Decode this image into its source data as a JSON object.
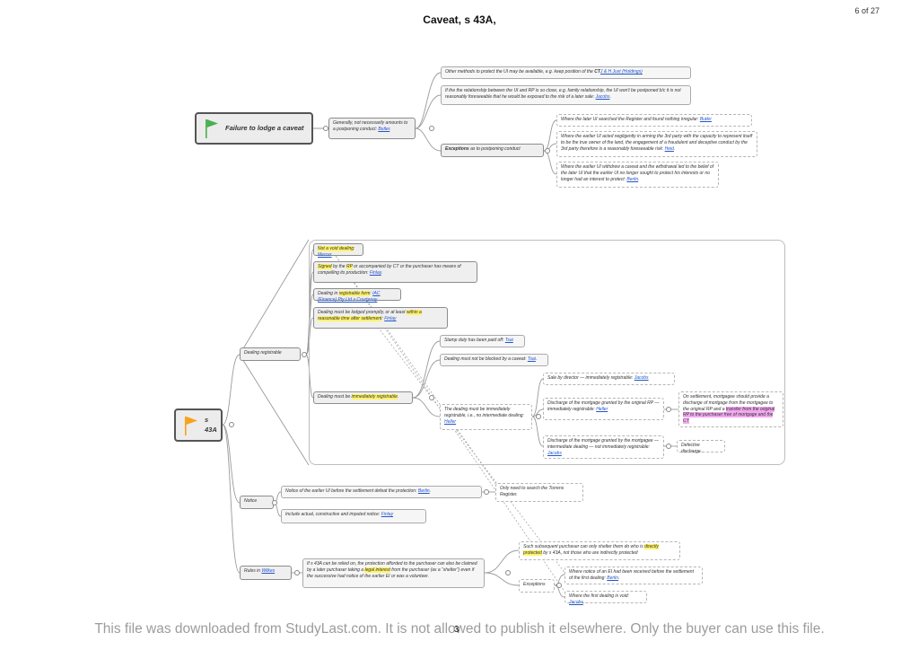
{
  "page_title": "Caveat, s 43A,",
  "page_number": "6 of 27",
  "footer_text": "This file was downloaded from StudyLast.com. It is not allowed to publish it elsewhere. Only the buyer can use this file.",
  "footer_page": "3",
  "colors": {
    "flag_green": "#4caf50",
    "flag_orange": "#f7a21b",
    "highlight_yellow": "#fff36b",
    "highlight_pink": "#f2a8f0",
    "link_blue": "#2255cc"
  },
  "failure": {
    "root": "Failure to lodge a caveat",
    "generally": {
      "pre": "Generally, not necessarily amounts to a postponing conduct: ",
      "link": "Butler",
      "post": "."
    },
    "other_methods": {
      "pre": "Other methods to protect the UI may be available, e.g. keep position of the ",
      "bold": "CT",
      "link": "J & H Just (Holdings)",
      "post": ""
    },
    "relationship": {
      "pre": "If the the relationship between the UI and RP is so close, e.g. family relationship, the UI won't be postponed b/c it is not reasonably foreseeable that he would be exposed to the risk of a later sale: ",
      "link": "Jacobs",
      "post": "."
    },
    "exceptions": {
      "bold": "Exceptions",
      "post": " as to postponing conduct"
    },
    "exc_searched": {
      "pre": "Where the later UI searched the Register and found nothing irregular: ",
      "link": "Butler",
      "post": ""
    },
    "exc_armed": {
      "pre": "Where the earlier UI acted negligently in arming the 3rd party with the capacity to represent itself to be the true owner of the land, the engagement of a fraudulent and deceptive conduct by the 3rd party therefore is a reasonably foreseeable risk: ",
      "link": "Heid",
      "post": "."
    },
    "exc_withdrew": {
      "pre": "Where the earlier UI withdrew a caveat and the withdrawal led to the belief of the later UI that the earlier UI no longer sought to protect his interests or no longer had an interest to protect: ",
      "link": "Berlin",
      "post": "."
    }
  },
  "s43a": {
    "root": "s 43A",
    "dealing_registrable": "Dealing registrable",
    "not_void": {
      "hl": "Not a void dealing",
      "post": ": ",
      "link": "Mercer"
    },
    "signed": {
      "hl1": "Signed",
      "mid1": " by the ",
      "hl2": "RP",
      "post": " or accompanied by CT or the purchaser has means of compelling its production: ",
      "link": "Finlay",
      "end": "."
    },
    "form": {
      "pre": "Dealing in ",
      "hl": "registrable form",
      "post": ": ",
      "link": "IAC (Finance) Pty Ltd v Courtenay",
      "end": ""
    },
    "promptly": {
      "pre": "Dealing must be lodged promptly, or at least ",
      "hl": "within a reasonable time after settlement",
      "post": ": ",
      "link": "Finlay",
      "end": ""
    },
    "immediately": {
      "pre": "Dealing must be ",
      "hl": "immediately registrable",
      "post": "."
    },
    "stamp": {
      "pre": "Stamp duty has been paid off: ",
      "link": "Tsai",
      "post": ""
    },
    "not_blocked": {
      "pre": "Dealing must not be blocked by a caveat: ",
      "link": "Tsai",
      "post": "."
    },
    "immediate_def": {
      "pre": "The dealing must be immediately registrable, i.e., no intermediate dealing: ",
      "link": "Heller",
      "post": ""
    },
    "sale": {
      "pre": "Sale by director — immediately registrable: ",
      "link": "Jacobs",
      "post": ""
    },
    "discharge_rp": {
      "pre": "Discharge of the mortgage granted by the original RP — immediately registrable: ",
      "link": "Heller",
      "post": ""
    },
    "settlement": {
      "pre": "On settlement, mortgagee should provide a discharge of mortgage from the mortgagee to the original RP and a ",
      "pk": "transfer from the original RP to the purchaser free of mortgage and the CT",
      "post": ""
    },
    "discharge_mtg": {
      "pre": "Discharge of the mortgage granted by the mortgagee — intermediate dealing — not immediately registrable: ",
      "link": "Jacobs",
      "post": ""
    },
    "defective": "Defective discharge.",
    "notice": "Notice",
    "notice_defeat": {
      "pre": "Notice of the earlier UI before the settlement defeat the protection: ",
      "link": "Berlin",
      "post": "."
    },
    "notice_types": {
      "pre": "Include actual, constructive and imputed notice: ",
      "link": "Finlay",
      "post": ""
    },
    "only_search": "Only need to search the Torrens Register.",
    "rules": {
      "pre": "Rules in ",
      "link": "Wilkes"
    },
    "rules_body": {
      "pre": "If s 43A can be relied on, the protection afforded to the purchaser can also be claimed by a later purchaser taking a ",
      "hl": "legal interest",
      "post": " from the purchaser (as a “shelter”) even if the successive had notice of the earlier EI or was a volunteer."
    },
    "shelter": {
      "pre": "Such subsequent purchaser can only shelter them do who is ",
      "hl": "directly protected",
      "mid": " by s 43A, not those who are indirectly protected",
      "post": ""
    },
    "exceptions": "Exceptions",
    "exc_notice": {
      "pre": "Where notice of an EI had been received before the settlement of the first dealing: ",
      "link": "Berlin",
      "post": "."
    },
    "exc_void": {
      "pre": "Where the first dealing is void: ",
      "link": "Jacobs",
      "post": "."
    }
  }
}
